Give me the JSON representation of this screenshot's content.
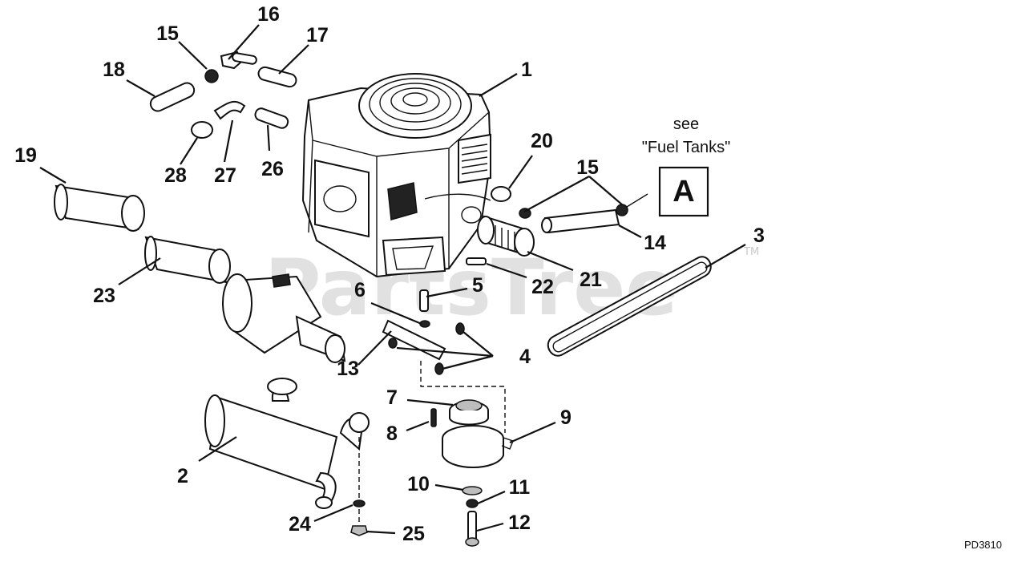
{
  "watermark": {
    "text": "PartsTree",
    "tm": "TM"
  },
  "fuel_note": {
    "line1": "see",
    "line2": "\"Fuel Tanks\"",
    "ref": "A"
  },
  "figure_code": "PD3810",
  "labels": {
    "p1": "1",
    "p2": "2",
    "p3": "3",
    "p4": "4",
    "p5": "5",
    "p6": "6",
    "p7": "7",
    "p8": "8",
    "p9": "9",
    "p10": "10",
    "p11": "11",
    "p12": "12",
    "p13": "13",
    "p14": "14",
    "p15a": "15",
    "p15b": "15",
    "p16": "16",
    "p17": "17",
    "p18": "18",
    "p19": "19",
    "p20": "20",
    "p21": "21",
    "p22": "22",
    "p23": "23",
    "p24": "24",
    "p25": "25",
    "p26": "26",
    "p27": "27",
    "p28": "28"
  }
}
